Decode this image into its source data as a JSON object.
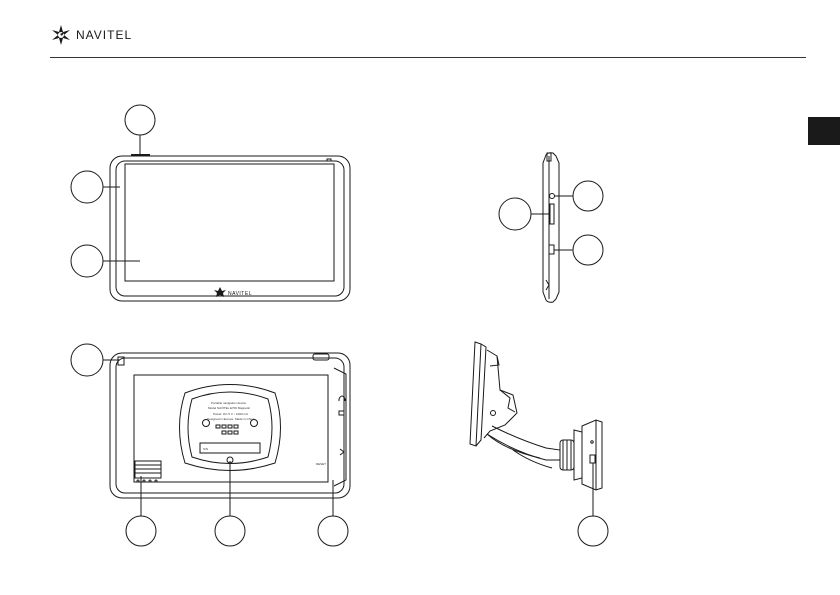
{
  "header": {
    "brand": "NAVITEL",
    "logo_icon": "navitel-compass-logo-icon"
  },
  "device_front": {
    "logo_text": "NAVITEL"
  },
  "device_back": {
    "label_lines": [
      "Portable navigation device",
      "Model NAVITEL E700 Magnetic",
      "Power: DC 5 V ↓ 1000 mA",
      "Designed in Europe. Made in China"
    ],
    "sn_label": "S/N",
    "reset_label": "RESET"
  },
  "colors": {
    "line": "#1a1a1a",
    "side_tab": "#1a1a1a",
    "background": "#ffffff"
  }
}
